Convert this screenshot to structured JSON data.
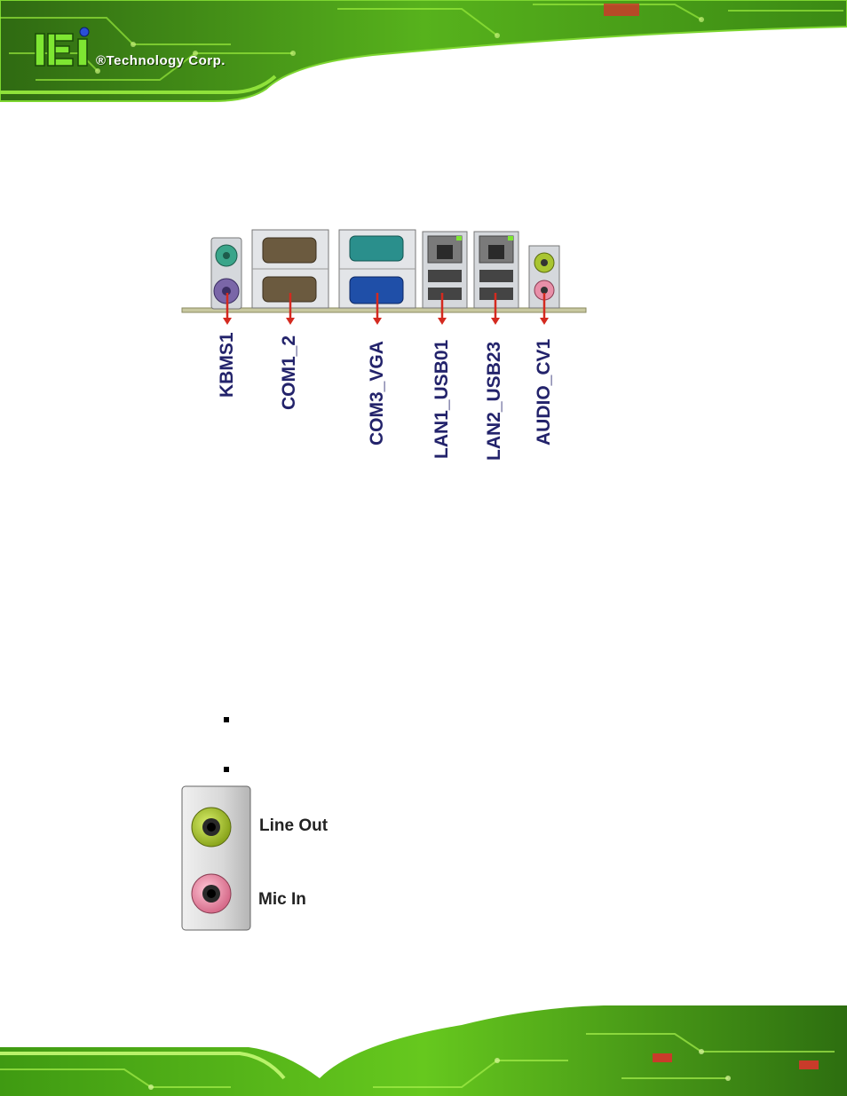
{
  "header": {
    "logo_mark": "iEi",
    "company": "®Technology Corp."
  },
  "rear_panel": {
    "connectors": [
      {
        "label": "KBMS1"
      },
      {
        "label": "COM1_2"
      },
      {
        "label": "COM3_VGA"
      },
      {
        "label": "LAN1_USB01"
      },
      {
        "label": "LAN2_USB23"
      },
      {
        "label": "AUDIO_CV1"
      }
    ],
    "colors": {
      "label": "#23236b",
      "arrow": "#d42a1f",
      "keyboard_port": "#3aa58a",
      "mouse_port": "#7a66a8",
      "serial_port": "#2a8f8c",
      "vga_port": "#1f4fa8",
      "line_out": "#a9c531",
      "mic_in": "#e88fa8"
    }
  },
  "audio_jack": {
    "line_out": "Line Out",
    "mic_in": "Mic In"
  }
}
